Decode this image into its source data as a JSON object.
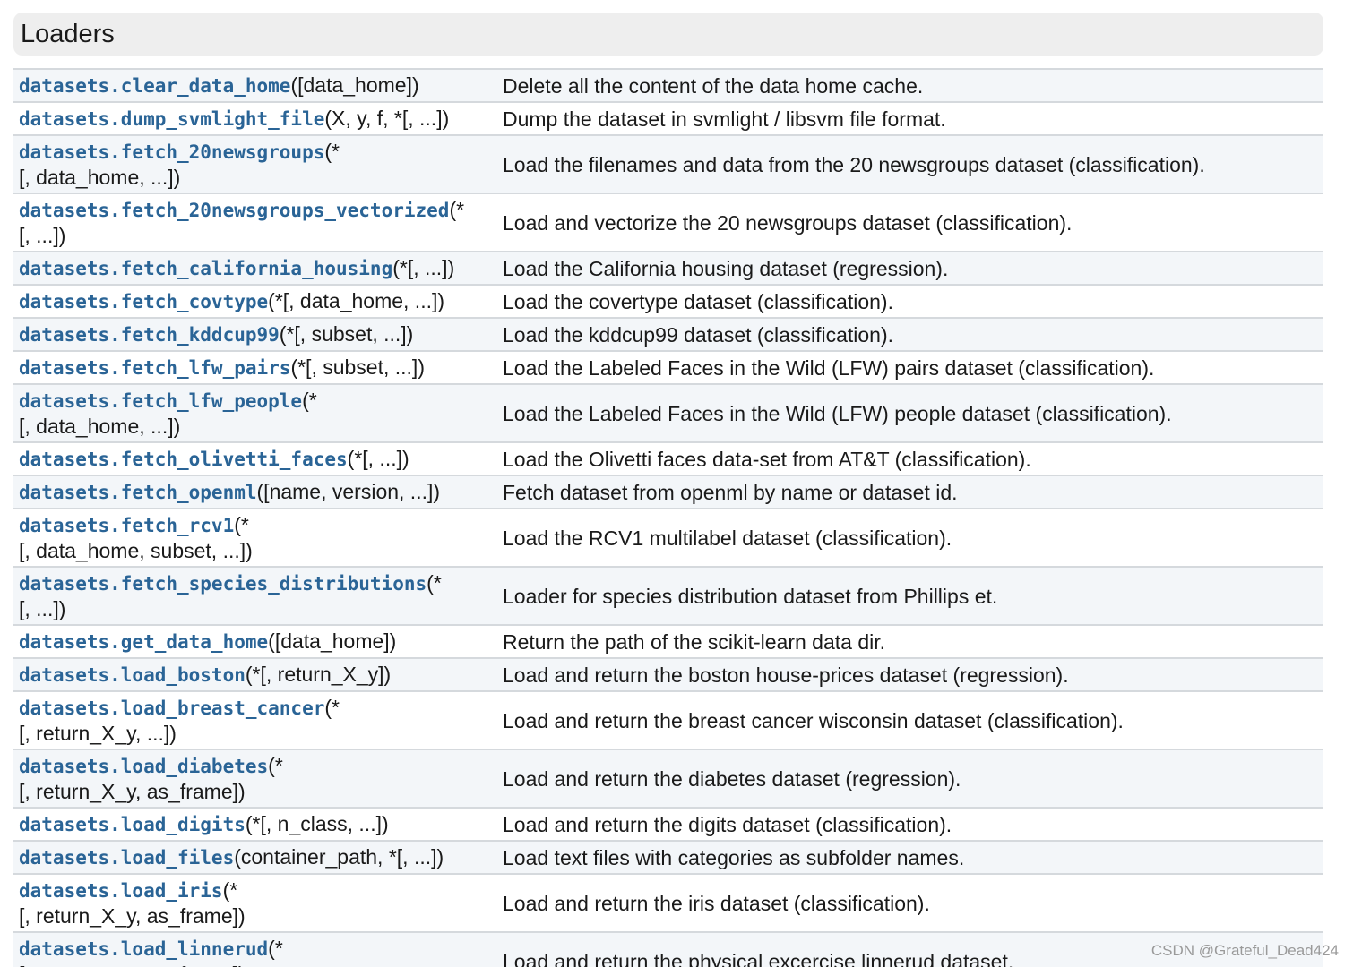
{
  "section": {
    "title": "Loaders"
  },
  "rows": [
    {
      "name": "datasets.clear_data_home",
      "args": "([data_home])",
      "desc": "Delete all the content of the data home cache."
    },
    {
      "name": "datasets.dump_svmlight_file",
      "args": "(X, y, f, *[, ...])",
      "desc": "Dump the dataset in svmlight / libsvm file format."
    },
    {
      "name": "datasets.fetch_20newsgroups",
      "args": "(*",
      "args2": "[, data_home, ...])",
      "desc": "Load the filenames and data from the 20 newsgroups dataset (classification)."
    },
    {
      "name": "datasets.fetch_20newsgroups_vectorized",
      "args": "(*",
      "args2": "[, ...])",
      "desc": "Load and vectorize the 20 newsgroups dataset (classification)."
    },
    {
      "name": "datasets.fetch_california_housing",
      "args": "(*[, ...])",
      "desc": "Load the California housing dataset (regression)."
    },
    {
      "name": "datasets.fetch_covtype",
      "args": "(*[, data_home, ...])",
      "desc": "Load the covertype dataset (classification)."
    },
    {
      "name": "datasets.fetch_kddcup99",
      "args": "(*[, subset, ...])",
      "desc": "Load the kddcup99 dataset (classification)."
    },
    {
      "name": "datasets.fetch_lfw_pairs",
      "args": "(*[, subset, ...])",
      "desc": "Load the Labeled Faces in the Wild (LFW) pairs dataset (classification)."
    },
    {
      "name": "datasets.fetch_lfw_people",
      "args": "(*",
      "args2": "[, data_home, ...])",
      "desc": "Load the Labeled Faces in the Wild (LFW) people dataset (classification)."
    },
    {
      "name": "datasets.fetch_olivetti_faces",
      "args": "(*[, ...])",
      "desc": "Load the Olivetti faces data-set from AT&T (classification)."
    },
    {
      "name": "datasets.fetch_openml",
      "args": "([name, version, ...])",
      "desc": "Fetch dataset from openml by name or dataset id."
    },
    {
      "name": "datasets.fetch_rcv1",
      "args": "(*",
      "args2": "[, data_home, subset, ...])",
      "desc": "Load the RCV1 multilabel dataset (classification)."
    },
    {
      "name": "datasets.fetch_species_distributions",
      "args": "(*",
      "args2": "[, ...])",
      "desc": "Loader for species distribution dataset from Phillips et."
    },
    {
      "name": "datasets.get_data_home",
      "args": "([data_home])",
      "desc": "Return the path of the scikit-learn data dir."
    },
    {
      "name": "datasets.load_boston",
      "args": "(*[, return_X_y])",
      "desc": "Load and return the boston house-prices dataset (regression)."
    },
    {
      "name": "datasets.load_breast_cancer",
      "args": "(*",
      "args2": "[, return_X_y, ...])",
      "desc": "Load and return the breast cancer wisconsin dataset (classification)."
    },
    {
      "name": "datasets.load_diabetes",
      "args": "(*",
      "args2": "[, return_X_y, as_frame])",
      "desc": "Load and return the diabetes dataset (regression)."
    },
    {
      "name": "datasets.load_digits",
      "args": "(*[, n_class, ...])",
      "desc": "Load and return the digits dataset (classification)."
    },
    {
      "name": "datasets.load_files",
      "args": "(container_path, *[, ...])",
      "desc": "Load text files with categories as subfolder names."
    },
    {
      "name": "datasets.load_iris",
      "args": "(*",
      "args2": "[, return_X_y, as_frame])",
      "desc": "Load and return the iris dataset (classification)."
    },
    {
      "name": "datasets.load_linnerud",
      "args": "(*",
      "args2": "[, return_X_y, as_frame])",
      "desc": "Load and return the physical excercise linnerud dataset."
    }
  ],
  "watermark": "CSDN @Grateful_Dead424",
  "colors": {
    "function_name": "#2a6496",
    "row_stripe": "#f3f6f9",
    "header_bg": "#eeeeee"
  }
}
